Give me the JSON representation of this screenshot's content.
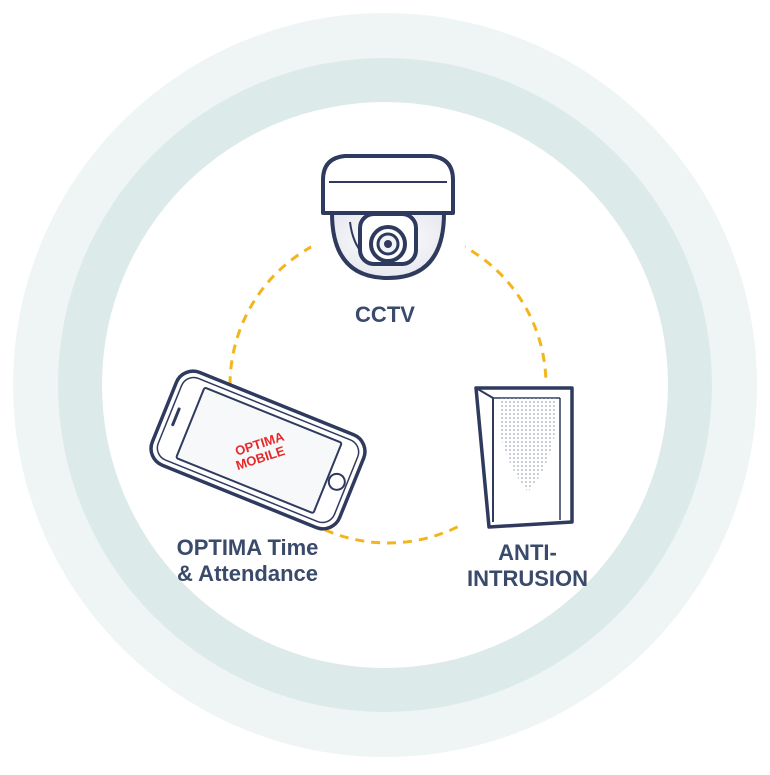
{
  "nodes": {
    "cctv": {
      "label": "CCTV",
      "icon": "cctv-dome-camera-icon"
    },
    "optima": {
      "label_line1": "OPTIMA Time",
      "label_line2": "& Attendance",
      "icon": "smartphone-icon",
      "screen_line1": "OPTIMA",
      "screen_line2": "MOBILE"
    },
    "anti_intrusion": {
      "label_line1": "ANTI-",
      "label_line2": "INTRUSION",
      "icon": "motion-sensor-icon"
    }
  },
  "colors": {
    "outer_ring": "#eef5f4",
    "middle_ring": "#dcebea",
    "inner_circle": "#ffffff",
    "connector": "#f2b51b",
    "outline": "#2f3a5f",
    "label": "#3a4a6b",
    "screen_text": "#e42a2a"
  }
}
